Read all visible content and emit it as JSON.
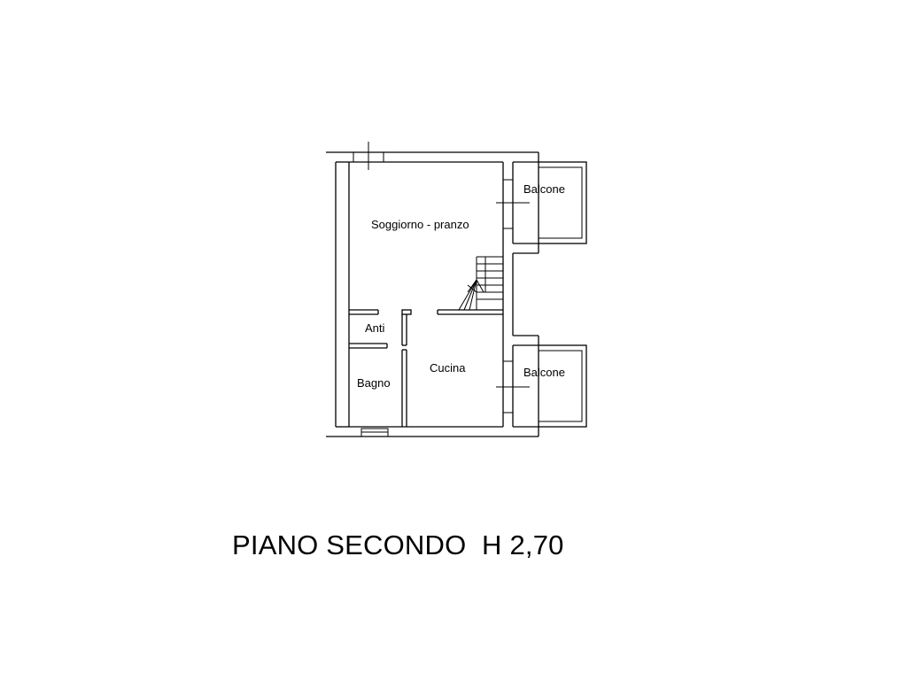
{
  "plan": {
    "title": "PIANO SECONDO  H 2,70",
    "rooms": {
      "soggiorno": "Soggiorno - pranzo",
      "balcone_top": "Balcone",
      "balcone_bottom": "Balcone",
      "anti": "Anti",
      "cucina": "Cucina",
      "bagno": "Bagno"
    }
  },
  "colors": {
    "line": "#000000",
    "background": "#ffffff"
  }
}
